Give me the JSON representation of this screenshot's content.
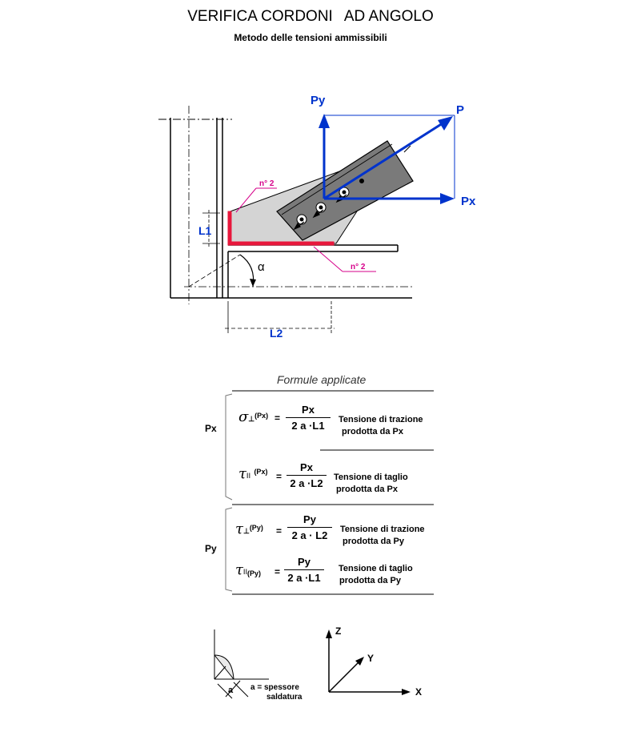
{
  "header": {
    "title_left": "VERIFICA CORDONI",
    "title_right": "AD ANGOLO",
    "subtitle": "Metodo delle tensioni ammissibili"
  },
  "diagram": {
    "label_py": "Py",
    "label_p": "P",
    "label_px": "Px",
    "label_l1": "L1",
    "label_l2": "L2",
    "label_alpha": "α",
    "weld_tag_top": "n° 2",
    "weld_tag_bottom": "n° 2",
    "colors": {
      "force": "#0033cc",
      "weld": "#e8173c",
      "tag": "#d6008a",
      "gusset": "#d4d4d4",
      "angle_profile": "#7a7a7a"
    }
  },
  "formulas": {
    "heading": "Formule applicate",
    "group_px": "Px",
    "group_py": "Py",
    "items": [
      {
        "symbol": "σ",
        "sub_mark": "⊥",
        "sub": "(Px)",
        "eq": "=",
        "num": "Px",
        "den": "2 a ·L1",
        "desc1": "Tensione di trazione",
        "desc2": "prodotta  da Px"
      },
      {
        "symbol": "τ",
        "sub_mark": "II",
        "sub": "(Px)",
        "eq": "=",
        "num": "Px",
        "den": "2 a ·L2",
        "desc1": "Tensione di taglio",
        "desc2": "prodotta  da Px"
      },
      {
        "symbol": "τ",
        "sub_mark": "⊥",
        "sub": "(Py)",
        "eq": "=",
        "num": "Py",
        "den": "2 a · L2",
        "desc1": "Tensione di trazione",
        "desc2": "prodotta  da  Py"
      },
      {
        "symbol": "τ",
        "sub_mark": "II",
        "sub": "(Py)",
        "eq": "=",
        "num": "Py",
        "den": "2 a ·L1",
        "desc1": "Tensione di taglio",
        "desc2": "prodotta  da  Py"
      }
    ]
  },
  "legend": {
    "weld_a": "a",
    "weld_def1": "a = spessore",
    "weld_def2": "saldatura",
    "axis_z": "Z",
    "axis_y": "Y",
    "axis_x": "X"
  }
}
